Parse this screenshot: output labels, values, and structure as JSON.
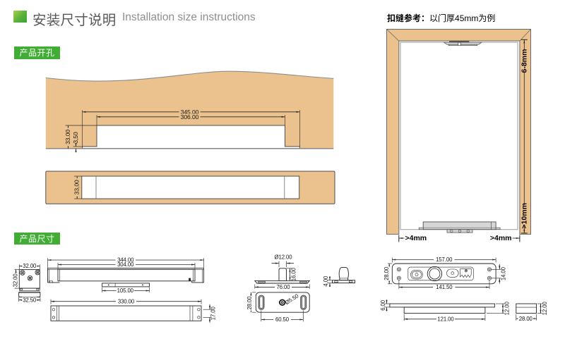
{
  "header": {
    "title_cn": "安装尺寸说明",
    "title_en": "Installation size instructions",
    "accent_green": "#41ad35",
    "wood_color": "#ebc28d"
  },
  "sections": {
    "cutout_badge": "产品开孔",
    "size_badge": "产品尺寸"
  },
  "cutout_front_view": {
    "outer_width": "345.00",
    "inner_width": "306.00",
    "depth": "33.00",
    "step_depth": "3,50"
  },
  "cutout_side_view": {
    "depth": "33,00"
  },
  "gap_reference": {
    "note_bold": "扣缝参考：",
    "note_rest": "以门厚45mm为例",
    "top_gap": "6-8mm",
    "bottom_clearance": ">10mm",
    "left_gap": ">4mm",
    "right_gap": ">4mm"
  },
  "lock_body_front": {
    "overall_length": "344.00",
    "body_length": "304.00",
    "plate_length": "105.00"
  },
  "lock_body_end": {
    "width": "32.00",
    "height": "32.00",
    "base_width": "32.50"
  },
  "lock_body_back": {
    "length": "330.00",
    "hole_spacing": "17.00"
  },
  "guide_pin_side": {
    "pin_diameter": "Ø12.00",
    "pin_height": "16.00",
    "plate_length": "76.00"
  },
  "guide_pin_top": {
    "plate_width": "28.00",
    "hole_diameter": "Ø5.50",
    "slot_spacing": "60.50"
  },
  "floor_guide_side": {
    "plate_thickness": "4.00"
  },
  "strike_plate_top": {
    "length": "157.00",
    "width": "28.00",
    "hole_spacing_h": "141.50",
    "hole_spacing_v": "14.00"
  },
  "strike_plate_side": {
    "flange_thickness": "6.00",
    "body_length": "121.00",
    "height": "12.00"
  },
  "strike_plate_end": {
    "height": "12.00",
    "width": "28.00"
  }
}
